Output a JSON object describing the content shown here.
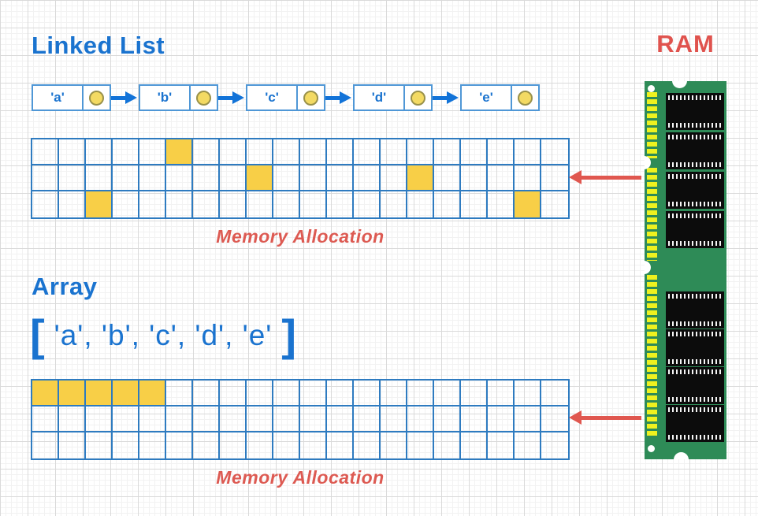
{
  "colors": {
    "heading_blue": "#1a73cf",
    "node_border_blue": "#4f97d6",
    "arrow_blue": "#1273d8",
    "grid_line_blue": "#2e7bc0",
    "highlight_yellow": "#f8cf47",
    "pointer_circle_yellow": "#f3da63",
    "accent_red": "#dd5a52",
    "ram_green": "#2e8b57",
    "pin_yellow": "#eef11f"
  },
  "header": {
    "linked_list_title": "Linked List",
    "array_title": "Array",
    "ram_label": "RAM"
  },
  "linked_list": {
    "nodes": [
      "'a'",
      "'b'",
      "'c'",
      "'d'",
      "'e'"
    ]
  },
  "memory_grid_top": {
    "rows": 3,
    "columns": 20,
    "highlighted_cells": [
      [
        0,
        5
      ],
      [
        1,
        8
      ],
      [
        1,
        14
      ],
      [
        2,
        2
      ],
      [
        2,
        18
      ]
    ],
    "caption": "Memory Allocation"
  },
  "array": {
    "open_bracket": "[",
    "items_text": "'a', 'b', 'c', 'd', 'e'",
    "close_bracket": "]"
  },
  "memory_grid_bottom": {
    "rows": 3,
    "columns": 20,
    "highlighted_cells": [
      [
        0,
        0
      ],
      [
        0,
        1
      ],
      [
        0,
        2
      ],
      [
        0,
        3
      ],
      [
        0,
        4
      ]
    ],
    "caption": "Memory Allocation"
  },
  "ram": {
    "label": "RAM",
    "chips_top_group": 4,
    "chips_bottom_group": 4,
    "pin_groups": 3
  }
}
